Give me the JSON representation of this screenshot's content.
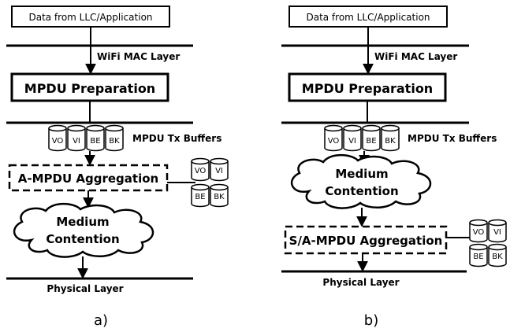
{
  "panels": [
    {
      "caption": "a)",
      "source_box": "Data from LLC/Application",
      "mac_layer": "WiFi MAC Layer",
      "prep_box": "MPDU Preparation",
      "tx_buffers_label": "MPDU Tx Buffers",
      "queues": [
        "VO",
        "VI",
        "BE",
        "BK"
      ],
      "aggregation_box": "A-MPDU Aggregation",
      "cloud_lines": [
        "Medium",
        "Contention"
      ],
      "physical_layer": "Physical Layer"
    },
    {
      "caption": "b)",
      "source_box": "Data from LLC/Application",
      "mac_layer": "WiFi MAC Layer",
      "prep_box": "MPDU Preparation",
      "tx_buffers_label": "MPDU Tx Buffers",
      "queues": [
        "VO",
        "VI",
        "BE",
        "BK"
      ],
      "aggregation_box": "S/A-MPDU Aggregation",
      "cloud_lines": [
        "Medium",
        "Contention"
      ],
      "physical_layer": "Physical Layer"
    }
  ]
}
